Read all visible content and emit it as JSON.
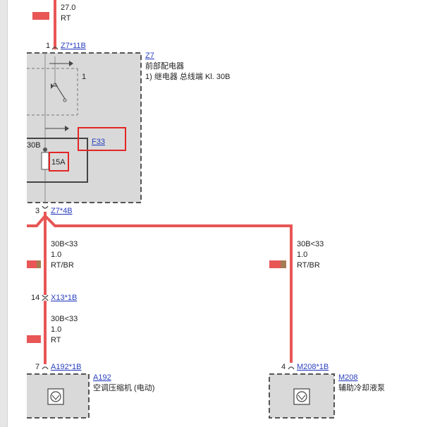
{
  "colors": {
    "wire_red": "#e85656",
    "wire_brown": "#a67c52",
    "box_fill": "#d9d9d9",
    "link": "#2a3fbf",
    "highlight": "#e32525"
  },
  "top_wire": {
    "value": "27.0",
    "color_code": "RT"
  },
  "z7_connector": {
    "pin": "1",
    "label": "Z7*11B"
  },
  "z7": {
    "id": "Z7",
    "name": "前部配电器",
    "note": "1)    继电器 总线端 Kl. 30B"
  },
  "relay": {
    "pin_label": "1"
  },
  "fuse": {
    "id": "F33",
    "terminal": "30B",
    "rating": "15A"
  },
  "z7_out": {
    "pin": "3",
    "label": "Z7*4B"
  },
  "left_wire": {
    "signal": "30B<33",
    "size": "1.0",
    "color_code": "RT/BR"
  },
  "right_wire": {
    "signal": "30B<33",
    "size": "1.0",
    "color_code": "RT/BR"
  },
  "x13": {
    "pin": "14",
    "label": "X13*1B"
  },
  "left_wire2": {
    "signal": "30B<33",
    "size": "1.0",
    "color_code": "RT"
  },
  "a192_conn": {
    "pin": "7",
    "label": "A192*1B"
  },
  "a192": {
    "id": "A192",
    "name": "空调压缩机 (电动)"
  },
  "m208_conn": {
    "pin": "4",
    "label": "M208*1B"
  },
  "m208": {
    "id": "M208",
    "name": "辅助冷却液泵"
  }
}
